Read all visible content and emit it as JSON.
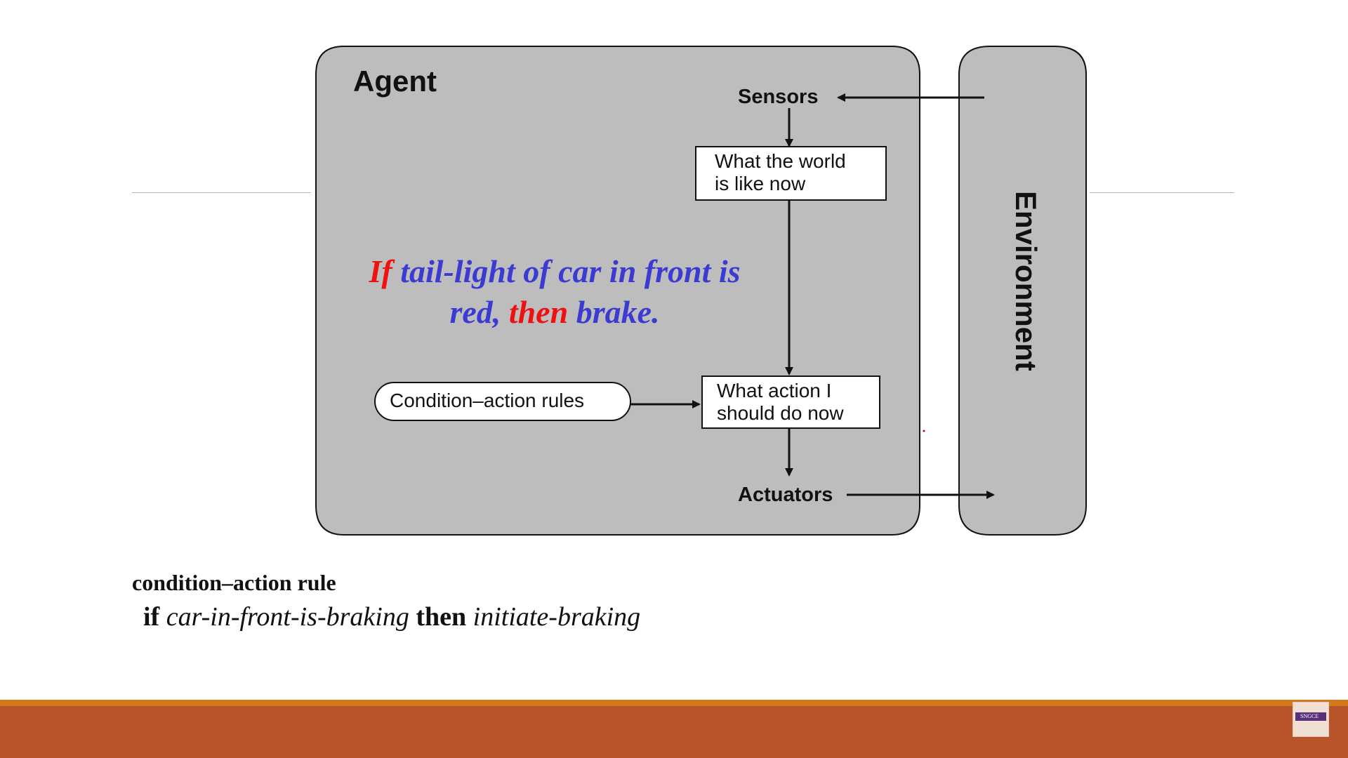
{
  "diagram": {
    "agent_label": "Agent",
    "environment_label": "Environment",
    "sensors_label": "Sensors",
    "actuators_label": "Actuators",
    "world_box_line1": "What the world",
    "world_box_line2": "is like now",
    "action_box_line1": "What action I",
    "action_box_line2": "should do now",
    "rules_pill": "Condition–action rules",
    "colors": {
      "panel": "#bdbdbd",
      "box": "#ffffff",
      "stroke": "#111111"
    }
  },
  "example_rule": {
    "if_word": "If",
    "part1": " tail-light of car in front is",
    "part2": "red, ",
    "then_word": "then",
    "part3": " brake.",
    "colors": {
      "keyword": "#ee1111",
      "body": "#3b3bd1"
    }
  },
  "definition": {
    "title": "condition–action rule",
    "if_kw": "if",
    "condition": "car-in-front-is-braking",
    "then_kw": "then",
    "action": "initiate-braking"
  },
  "footer": {
    "logo_text": "SNGCE",
    "colors": {
      "stripe": "#d4791c",
      "bar": "#b8542a"
    }
  }
}
